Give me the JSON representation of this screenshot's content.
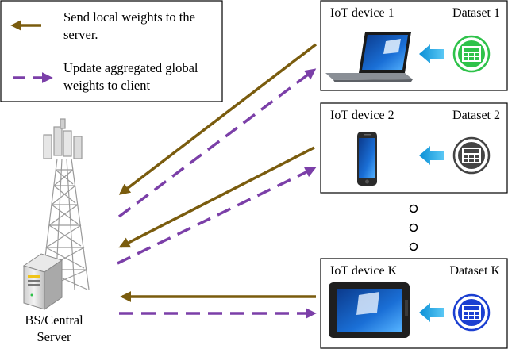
{
  "legend": {
    "items": [
      {
        "text_line1": "Send local weights to the",
        "text_line2": "server.",
        "arrow_style": "solid",
        "color": "#7a5c0e"
      },
      {
        "text_line1": "Update aggregated global",
        "text_line2": "weights to client",
        "arrow_style": "dashed",
        "color": "#7b3fa8"
      }
    ]
  },
  "devices": [
    {
      "label": "IoT device 1",
      "dataset_label": "Dataset 1",
      "device_icon": "laptop-icon",
      "dataset_icon": "table-icon",
      "dataset_color": "#2ec24a"
    },
    {
      "label": "IoT device 2",
      "dataset_label": "Dataset 2",
      "device_icon": "smartphone-icon",
      "dataset_icon": "table-icon",
      "dataset_color": "#444444"
    },
    {
      "label": "IoT device K",
      "dataset_label": "Dataset K",
      "device_icon": "tablet-icon",
      "dataset_icon": "table-icon",
      "dataset_color": "#1b3fd1"
    }
  ],
  "server": {
    "label_line1": "BS/Central",
    "label_line2": "Server",
    "tower_icon": "cell-tower-icon",
    "server_icon": "server-icon"
  },
  "colors": {
    "upload": "#7a5c0e",
    "download": "#7b3fa8",
    "data_arrow": "#1aa3e6"
  }
}
